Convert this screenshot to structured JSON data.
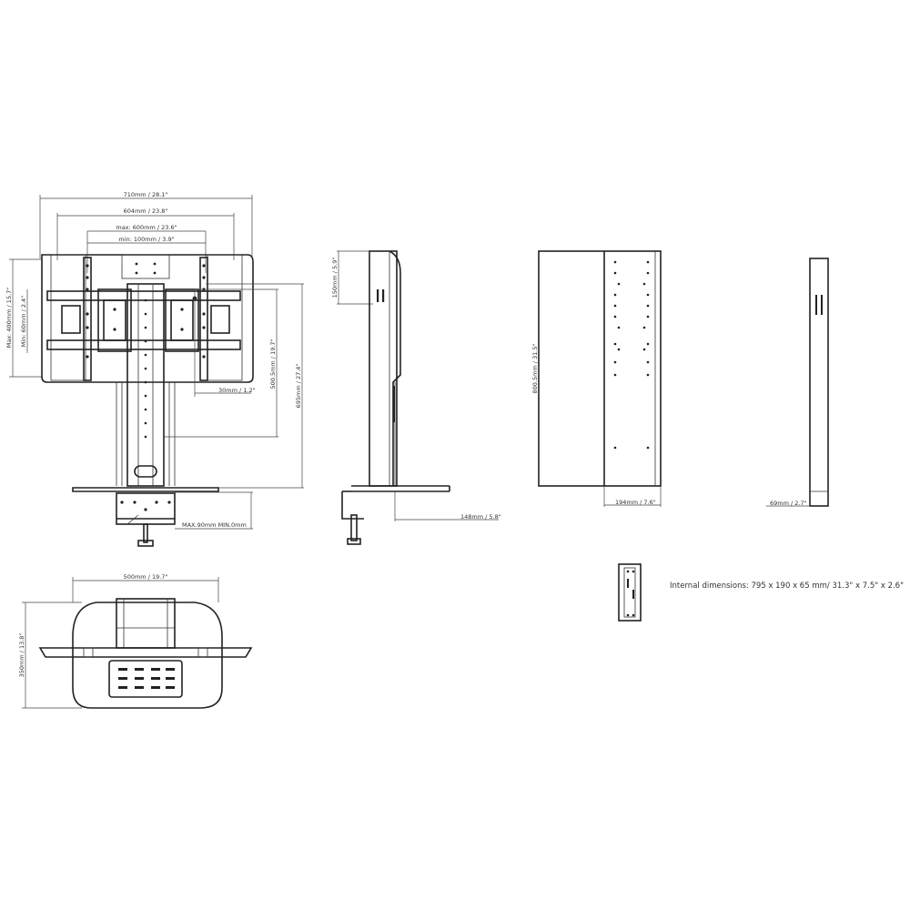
{
  "front_view": {
    "overall_width": "710mm / 28.1\"",
    "holes_width": "604mm / 23.8\"",
    "vesa_max": "max: 600mm / 23.6\"",
    "vesa_min": "min: 100mm / 3.9\"",
    "vesa_height_max": "Max: 400mm / 15.7\"",
    "vesa_height_min": "Min: 60mm / 2.4\"",
    "height_adjust": "500.5mm / 19.7\"",
    "total_height": "695mm / 27.4\"",
    "bracket_offset": "30mm / 1.2\"",
    "clamp_range": "MAX.90mm MIN.0mm"
  },
  "side_view": {
    "top_section": "150mm / 5.9\"",
    "base_depth": "148mm / 5.8\""
  },
  "column_view": {
    "column_height": "800.5mm / 31.5\"",
    "column_width": "194mm / 7.6\""
  },
  "column_side": {
    "column_depth": "69mm / 2.7\""
  },
  "top_view": {
    "base_width": "500mm / 19.7\"",
    "base_depth": "350mm / 13.8\""
  },
  "internal": {
    "text": "Internal dimensions: 795 x 190 x 65  mm/ 31.3\" x 7.5\" x 2.6\""
  }
}
